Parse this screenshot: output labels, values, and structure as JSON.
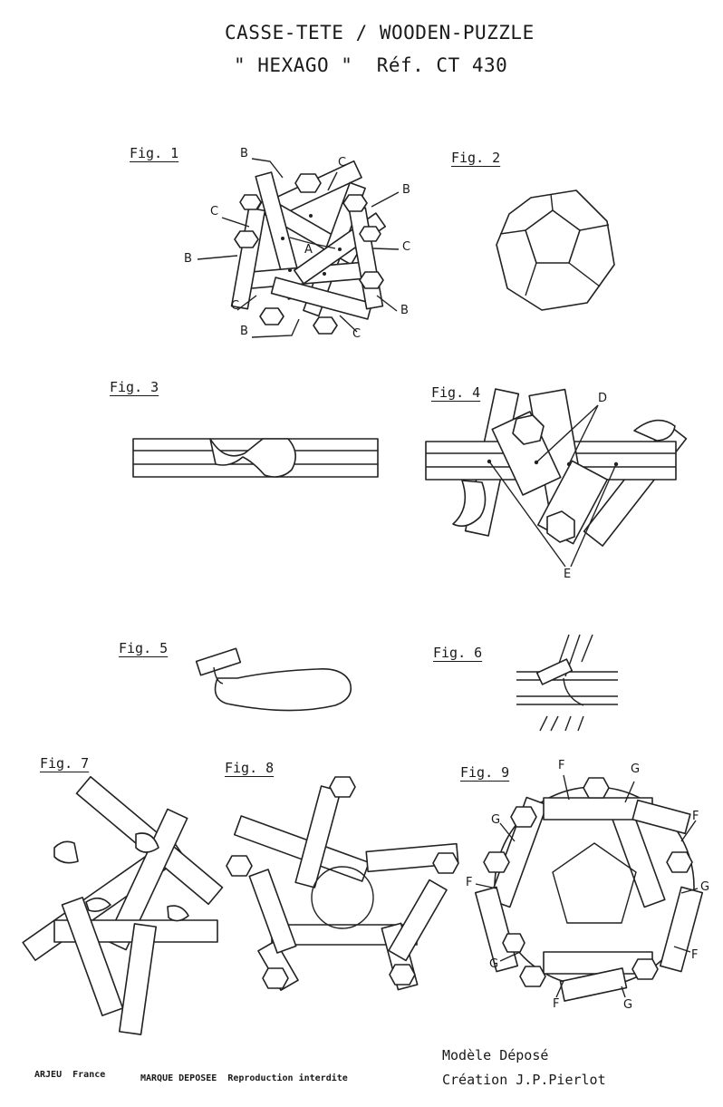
{
  "header": {
    "line1": "CASSE-TETE / WOODEN-PUZZLE",
    "line2": "\" HEXAGO \"  Réf. CT 430"
  },
  "figures": {
    "fig1": "Fig. 1",
    "fig2": "Fig. 2",
    "fig3": "Fig. 3",
    "fig4": "Fig. 4",
    "fig5": "Fig. 5",
    "fig6": "Fig. 6",
    "fig7": "Fig. 7",
    "fig8": "Fig. 8",
    "fig9": "Fig. 9"
  },
  "labels": {
    "A": "A",
    "B": "B",
    "C": "C",
    "D": "D",
    "E": "E",
    "F": "F",
    "G": "G"
  },
  "footer": {
    "maker": "ARJEU  France",
    "trademark": "MARQUE DEPOSEE  Reproduction interdite",
    "model": "Modèle Déposé",
    "creation": "Création J.P.Pierlot"
  }
}
